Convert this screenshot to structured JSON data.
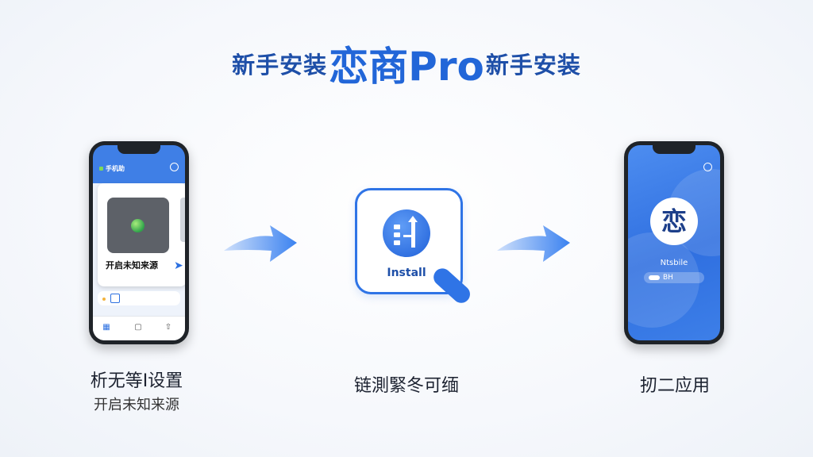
{
  "title": {
    "left": "新手安装",
    "main": "恋商Pro",
    "right": "新手安装"
  },
  "step1": {
    "app_name": "手机助",
    "card_label": "开启未知来源",
    "caption_line1": "析无等I设置",
    "caption_line2": "开启未知来源"
  },
  "step2": {
    "card_label": "Install",
    "caption": "链測緊冬可缅"
  },
  "step3": {
    "icon_text": "恋",
    "app_name": "Ntsbile",
    "status_text": "BH",
    "caption": "扨二应用"
  },
  "colors": {
    "accent": "#2f74e6",
    "title": "#1e4fa8",
    "arrow": "#3b82f0"
  }
}
